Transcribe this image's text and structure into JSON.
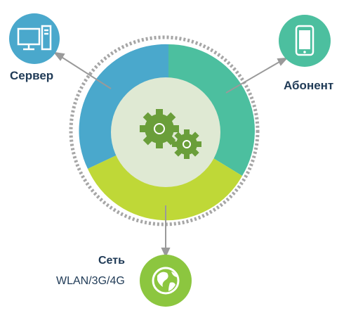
{
  "nodes": {
    "server": {
      "label": "Сервер",
      "icon": "desktop-computer-icon",
      "color": "#4aa8cc"
    },
    "subscriber": {
      "label": "Абонент",
      "icon": "smartphone-icon",
      "color": "#4cbf9f"
    },
    "network": {
      "label": "Сеть",
      "sublabel": "WLAN/3G/4G",
      "icon": "globe-icon",
      "color": "#8cc63f"
    }
  },
  "hub": {
    "icon": "gears-icon",
    "colors": {
      "blue": "#4aa8cc",
      "teal": "#4cbf9f",
      "green": "#bfd837",
      "center": "#dfe9d3",
      "gear": "#6a9e3a"
    }
  },
  "text_color": "#1f3a56"
}
